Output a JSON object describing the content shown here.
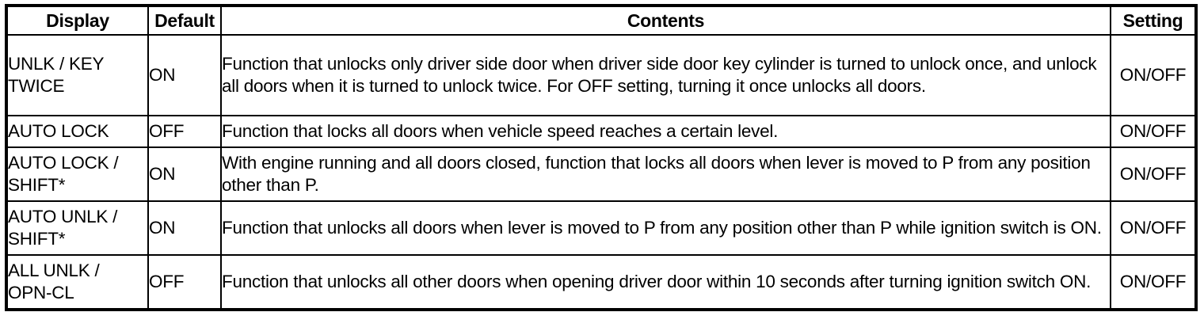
{
  "table": {
    "columns": [
      {
        "key": "display",
        "label": "Display"
      },
      {
        "key": "default",
        "label": "Default"
      },
      {
        "key": "contents",
        "label": "Contents"
      },
      {
        "key": "setting",
        "label": "Setting"
      }
    ],
    "rows": [
      {
        "display_line1": "UNLK / KEY",
        "display_line2": "TWICE",
        "default": "ON",
        "contents": "Function that unlocks only driver side door when driver side door key cylinder is turned to unlock once, and unlock all doors when it is turned to unlock twice. For OFF setting, turning it once unlocks all doors.",
        "setting": "ON/OFF"
      },
      {
        "display_line1": "AUTO LOCK",
        "display_line2": "",
        "default": "OFF",
        "contents": "Function that locks all doors when vehicle speed reaches a certain level.",
        "setting": "ON/OFF"
      },
      {
        "display_line1": "AUTO LOCK /",
        "display_line2": "SHIFT*",
        "default": "ON",
        "contents": "With engine running and all doors closed, function that locks all doors when lever is moved to P from any position other than P.",
        "setting": "ON/OFF"
      },
      {
        "display_line1": "AUTO UNLK /",
        "display_line2": "SHIFT*",
        "default": "ON",
        "contents": "Function that unlocks all doors when lever is moved to P from any position other than P while ignition switch is ON.",
        "setting": "ON/OFF"
      },
      {
        "display_line1": "ALL UNLK /",
        "display_line2": "OPN-CL",
        "default": "OFF",
        "contents": "Function that unlocks all other doors when opening driver door within 10 seconds after turning ignition switch ON.",
        "setting": "ON/OFF"
      }
    ]
  },
  "colors": {
    "rule": "#000000",
    "text": "#000000",
    "background": "#ffffff"
  }
}
